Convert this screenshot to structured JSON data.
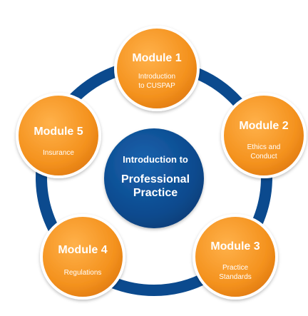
{
  "center": {
    "line1": "Introduction to",
    "line2": "Professional",
    "line3": "Practice"
  },
  "modules": [
    {
      "title": "Module 1",
      "sub": [
        "Introduction",
        "to CUSPAP"
      ]
    },
    {
      "title": "Module 2",
      "sub": [
        "Ethics and",
        "Conduct"
      ]
    },
    {
      "title": "Module 3",
      "sub": [
        "Practice",
        "Standards"
      ]
    },
    {
      "title": "Module 4",
      "sub": [
        "Regulations"
      ]
    },
    {
      "title": "Module 5",
      "sub": [
        "Insurance"
      ]
    }
  ],
  "colors": {
    "orange": "#F4921E",
    "orange_dark": "#E07A10",
    "blue": "#0B4A8E",
    "blue_dark": "#083B73",
    "white": "#FFFFFF"
  }
}
